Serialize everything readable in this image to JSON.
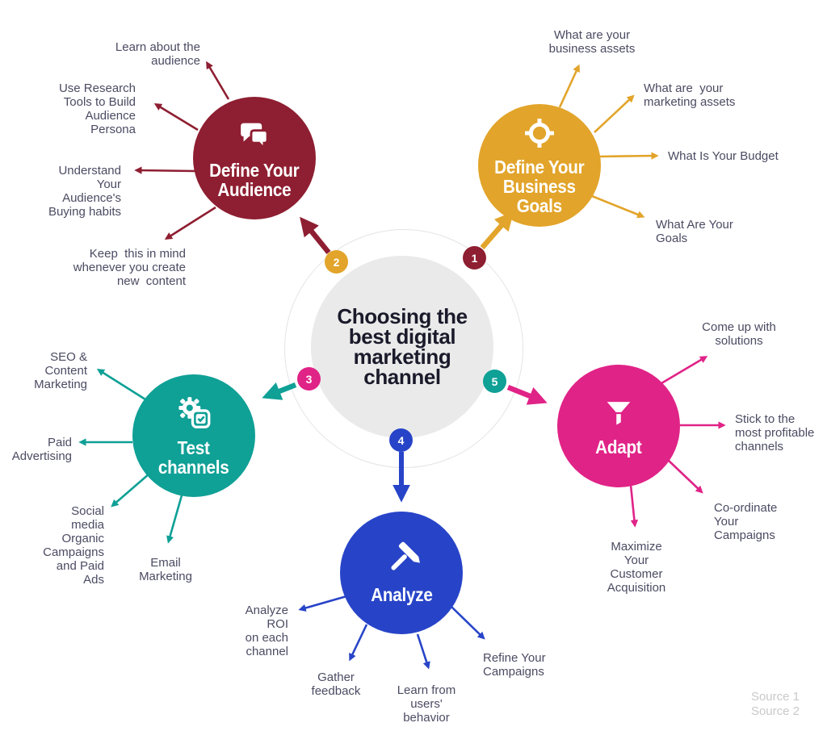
{
  "center": {
    "title_lines": [
      "Choosing the",
      "best digital",
      "marketing",
      "channel"
    ]
  },
  "nodes": {
    "business_goals": {
      "badge": "1",
      "title_lines": [
        "Define Your",
        "Business",
        "Goals"
      ],
      "color": "#E2A42A",
      "icon": "target-icon",
      "items": [
        {
          "lines": [
            "What are your",
            "business assets"
          ]
        },
        {
          "lines": [
            "What are  your",
            "marketing assets"
          ]
        },
        {
          "lines": [
            "What Is Your Budget"
          ]
        },
        {
          "lines": [
            "What Are Your",
            "Goals"
          ]
        }
      ]
    },
    "audience": {
      "badge": "2",
      "title_lines": [
        "Define Your",
        "Audience"
      ],
      "color": "#8E1E31",
      "icon": "comments-icon",
      "items": [
        {
          "lines": [
            "Learn about the",
            "audience"
          ]
        },
        {
          "lines": [
            "Use Research",
            "Tools to Build",
            "Audience",
            "Persona"
          ]
        },
        {
          "lines": [
            "Understand",
            "Your",
            "Audience's",
            "Buying habits"
          ]
        },
        {
          "lines": [
            "Keep  this in mind",
            "whenever you create",
            "new  content"
          ]
        }
      ]
    },
    "test_channels": {
      "badge": "3",
      "title_lines": [
        "Test",
        "channels"
      ],
      "color": "#0FA096",
      "icon": "gear-check-icon",
      "items": [
        {
          "lines": [
            "SEO &",
            "Content",
            "Marketing"
          ]
        },
        {
          "lines": [
            "Paid",
            "Advertising"
          ]
        },
        {
          "lines": [
            "Social",
            "media",
            "Organic",
            "Campaigns",
            "and Paid",
            "Ads"
          ]
        },
        {
          "lines": [
            "Email",
            "Marketing"
          ]
        }
      ]
    },
    "analyze": {
      "badge": "4",
      "title_lines": [
        "Analyze"
      ],
      "color": "#2744C8",
      "icon": "hammer-icon",
      "items": [
        {
          "lines": [
            "Analyze ROI",
            "on each",
            "channel"
          ]
        },
        {
          "lines": [
            "Gather",
            "feedback"
          ]
        },
        {
          "lines": [
            "Learn from",
            "users'",
            "behavior"
          ]
        },
        {
          "lines": [
            "Refine Your",
            "Campaigns"
          ]
        }
      ]
    },
    "adapt": {
      "badge": "5",
      "title_lines": [
        "Adapt"
      ],
      "color": "#E02387",
      "icon": "funnel-icon",
      "items": [
        {
          "lines": [
            "Come up with",
            "solutions"
          ]
        },
        {
          "lines": [
            "Stick to the",
            "most profitable",
            "channels"
          ]
        },
        {
          "lines": [
            "Co-ordinate",
            "Your",
            "Campaigns"
          ]
        },
        {
          "lines": [
            "Maximize",
            "Your",
            "Customer",
            "Acquisition"
          ]
        }
      ]
    }
  },
  "footer": {
    "source_lines": [
      "Source 1",
      "Source 2"
    ]
  },
  "palette": {
    "background": "#ffffff",
    "center_fill": "#EAEAEA",
    "ring_border": "#E4E4E4",
    "label_text": "#4B4B63",
    "title_text": "#1A1A2B",
    "source_text": "#C9C9C9"
  }
}
